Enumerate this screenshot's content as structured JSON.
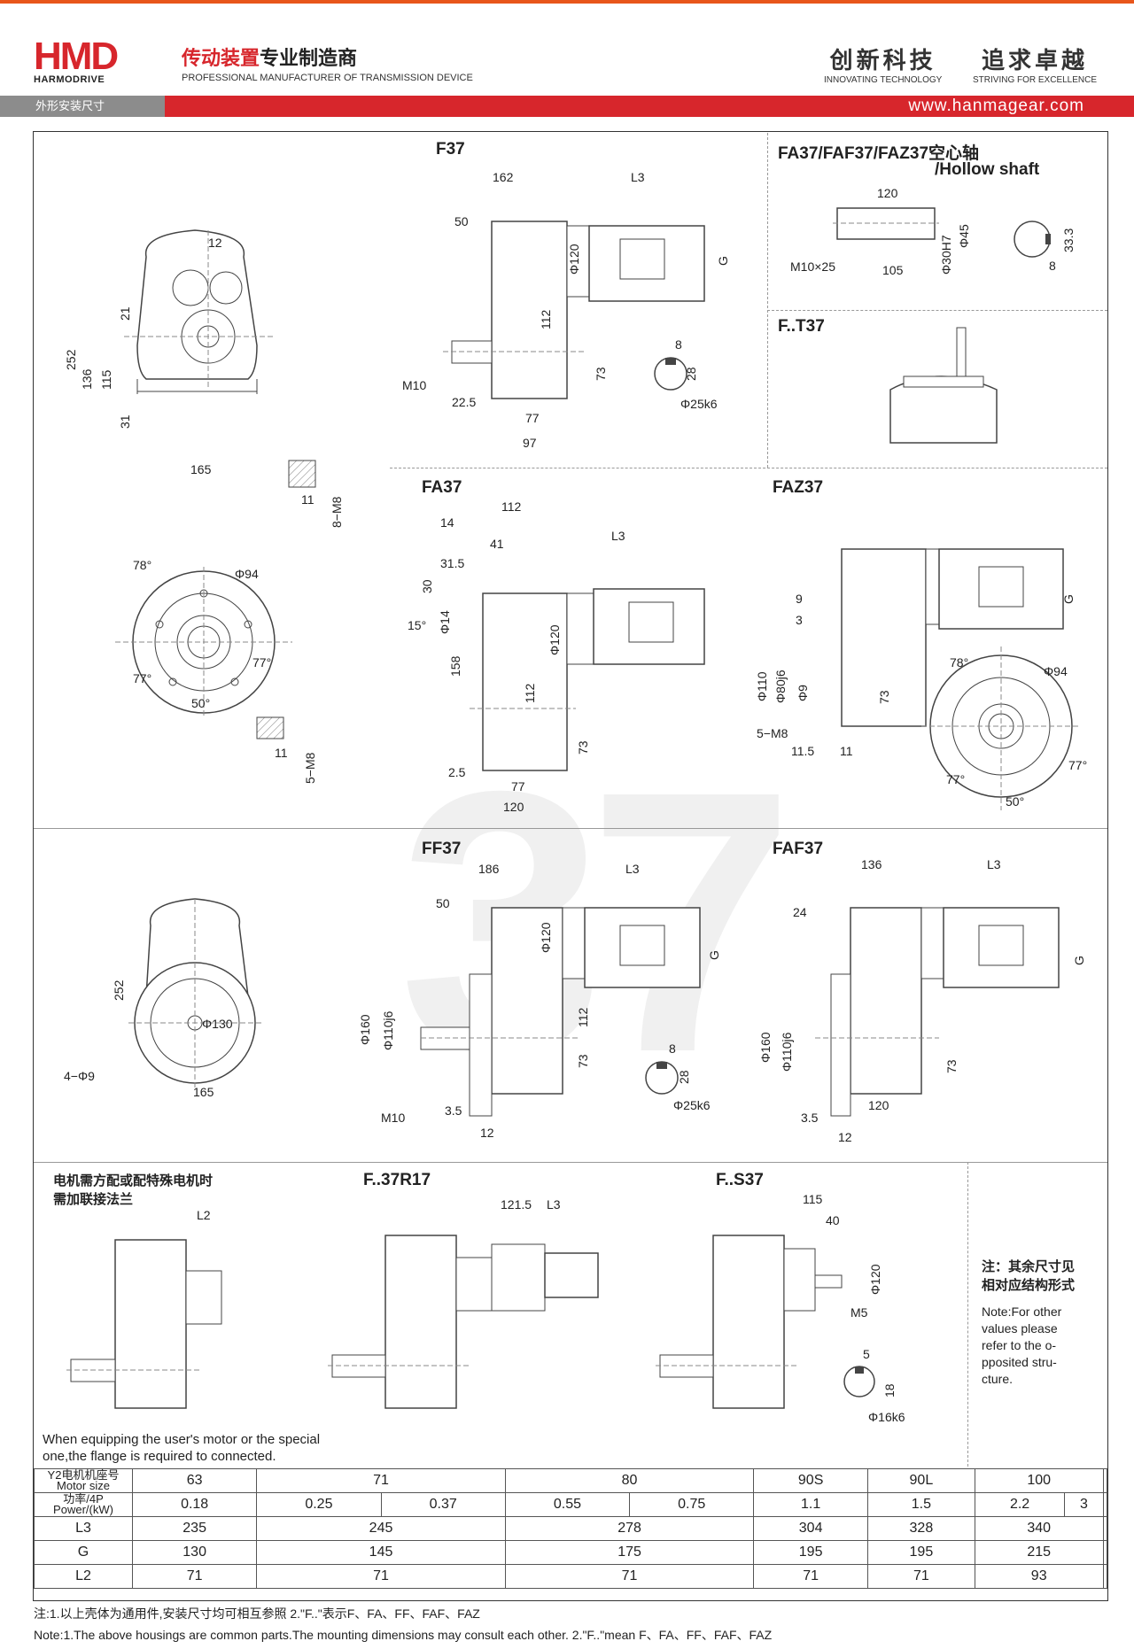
{
  "header": {
    "logo_text": "HMD",
    "logo_sub": "HARMODRIVE",
    "company_cn_red": "传动装置",
    "company_cn_black": "专业制造商",
    "company_en": "PROFESSIONAL MANUFACTURER OF TRANSMISSION DEVICE",
    "slogan1_cn": "创新科技",
    "slogan1_en": "INNOVATING TECHNOLOGY",
    "slogan2_cn": "追求卓越",
    "slogan2_en": "STRIVING FOR EXCELLENCE",
    "section_tab": "外形安装尺寸",
    "website": "www.hanmagear.com"
  },
  "watermark": "37",
  "panels": {
    "f37": {
      "title": "F37",
      "d162": "162",
      "dL3": "L3",
      "d50": "50",
      "dG": "G",
      "d120": "Φ120",
      "d112": "112",
      "d73": "73",
      "m10": "M10",
      "d225": "22.5",
      "d77": "77",
      "d97": "97",
      "d8": "8",
      "d28": "28",
      "shaft": "Φ25k6"
    },
    "front": {
      "d12": "12",
      "d21": "21",
      "d252": "252",
      "d136": "136",
      "d115": "115",
      "d31": "31",
      "d165": "165",
      "d11": "11",
      "m8": "8−M8"
    },
    "flange": {
      "a78": "78°",
      "d94": "Φ94",
      "a77l": "77°",
      "a77r": "77°",
      "a50": "50°",
      "d11": "11",
      "m8": "5−M8"
    },
    "hollow": {
      "title": "FA37/FAF37/FAZ37空心轴",
      "title2": "/Hollow shaft",
      "d120": "120",
      "m10": "M10×25",
      "d105": "105",
      "d30": "Φ30H7",
      "d45": "Φ45",
      "d333": "33.3",
      "d8": "8"
    },
    "ft37": {
      "title": "F..T37"
    },
    "fa37": {
      "title": "FA37",
      "d14": "14",
      "d112": "112",
      "d41": "41",
      "d315": "31.5",
      "dL3": "L3",
      "d30": "30",
      "a15": "15°",
      "d14b": "Φ14",
      "d120": "Φ120",
      "d158": "158",
      "d112b": "112",
      "d73": "73",
      "d25": "2.5",
      "d77": "77",
      "d120b": "120"
    },
    "faz37": {
      "title": "FAZ37",
      "dG": "G",
      "d9": "9",
      "d3": "3",
      "d110": "Φ110",
      "d80": "Φ80j6",
      "d9b": "Φ9",
      "m8": "5−M8",
      "d115": "11.5",
      "d11": "11",
      "d73": "73",
      "a78": "78°",
      "d94": "Φ94",
      "a77l": "77°",
      "a77r": "77°",
      "a50": "50°"
    },
    "ff37": {
      "title": "FF37",
      "d186": "186",
      "dL3": "L3",
      "d50": "50",
      "d120": "Φ120",
      "dG": "G",
      "d160": "Φ160",
      "d110": "Φ110j6",
      "d112": "112",
      "d73": "73",
      "m10": "M10",
      "d35": "3.5",
      "d12": "12",
      "d8": "8",
      "d28": "28",
      "shaft": "Φ25k6"
    },
    "ff_front": {
      "d252": "252",
      "d130": "Φ130",
      "holes": "4−Φ9",
      "d165": "165"
    },
    "faf37": {
      "title": "FAF37",
      "d136": "136",
      "dL3": "L3",
      "d24": "24",
      "dG": "G",
      "d160": "Φ160",
      "d110": "Φ110j6",
      "d73": "73",
      "d120": "120",
      "d35": "3.5",
      "d12": "12"
    },
    "adapter": {
      "note_cn1": "电机需方配或配特殊电机时",
      "note_cn2": "需加联接法兰",
      "dL2": "L2",
      "note_en1": "When equipping the user's motor or the special",
      "note_en2": "one,the flange is required to connected."
    },
    "f37r17": {
      "title": "F..37R17",
      "d1215": "121.5",
      "dL3": "L3"
    },
    "fs37": {
      "title": "F..S37",
      "d115": "115",
      "d40": "40",
      "d120": "Φ120",
      "m5": "M5",
      "d5": "5",
      "d18": "18",
      "shaft": "Φ16k6"
    },
    "remark": {
      "cn1": "注：其余尺寸见",
      "cn2": "相对应结构形式",
      "en1": "Note:For other",
      "en2": "values please",
      "en3": "refer to the o-",
      "en4": "pposited stru-",
      "en5": "cture."
    }
  },
  "table": {
    "row_labels": {
      "motor": "Y2电机机座号",
      "motor_en": "Motor size",
      "power": "功率/4P",
      "power_en": "Power/(kW)",
      "l3": "L3",
      "g": "G",
      "l2": "L2"
    },
    "motor_sizes": [
      "63",
      "71",
      "80",
      "90S",
      "90L",
      "100",
      ""
    ],
    "power": [
      "0.18",
      "0.25",
      "0.37",
      "0.55",
      "0.75",
      "1.1",
      "1.5",
      "2.2",
      "3",
      ""
    ],
    "l3": [
      "235",
      "245",
      "278",
      "304",
      "328",
      "340",
      ""
    ],
    "g": [
      "130",
      "145",
      "175",
      "195",
      "195",
      "215",
      ""
    ],
    "l2": [
      "71",
      "71",
      "71",
      "71",
      "71",
      "93",
      ""
    ]
  },
  "footer": {
    "cn": "注:1.以上壳体为通用件,安装尺寸均可相互参照    2.\"F..\"表示F、FA、FF、FAF、FAZ",
    "en": "Note:1.The above housings are common parts.The mounting dimensions may consult each other.    2.\"F..\"mean F、FA、FF、FAF、FAZ"
  }
}
